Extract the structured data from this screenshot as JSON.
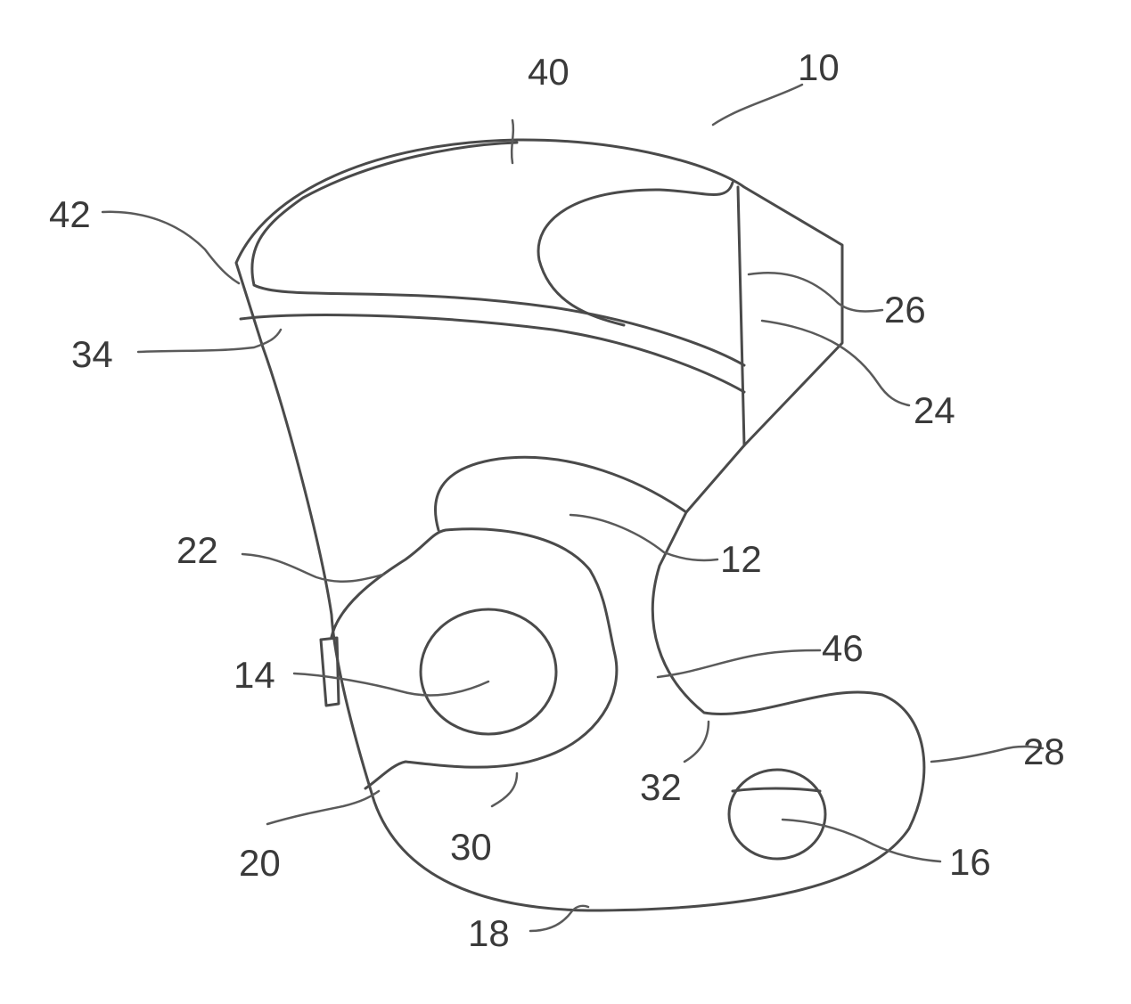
{
  "figure": {
    "reference_numerals": {
      "assembly": "10",
      "body": "12",
      "bore_upper": "14",
      "bore_lower": "16",
      "bottom_edge": "18",
      "left_notch": "20",
      "left_lobe": "22",
      "front_face": "24",
      "edge_line": "26",
      "right_lobe": "28",
      "lower_curve": "30",
      "middle_notch": "32",
      "ledge_line": "34",
      "top_surface": "40",
      "top_left_corner": "42",
      "waist": "46"
    },
    "colors": {
      "line": "#4a4a4a",
      "background": "#ffffff"
    }
  }
}
